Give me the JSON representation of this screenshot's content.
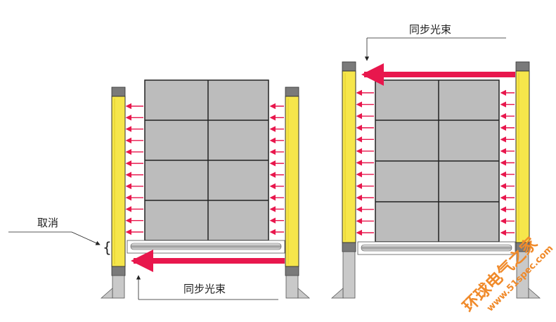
{
  "left_scene": {
    "label_cancel": "取消",
    "label_sync": "同步光束",
    "brace": "{"
  },
  "right_scene": {
    "label_sync": "同步光束"
  },
  "watermark": {
    "main": "环球电气之家",
    "url": "www.51spec.com",
    "color": "#f08a2a"
  },
  "colors": {
    "curtain_yellow": "#f6e64b",
    "cap_gray": "#7a7a7a",
    "box_gray": "#bcbcbc",
    "beam_red": "#e8174d",
    "base_gray": "#c9c9c9"
  }
}
